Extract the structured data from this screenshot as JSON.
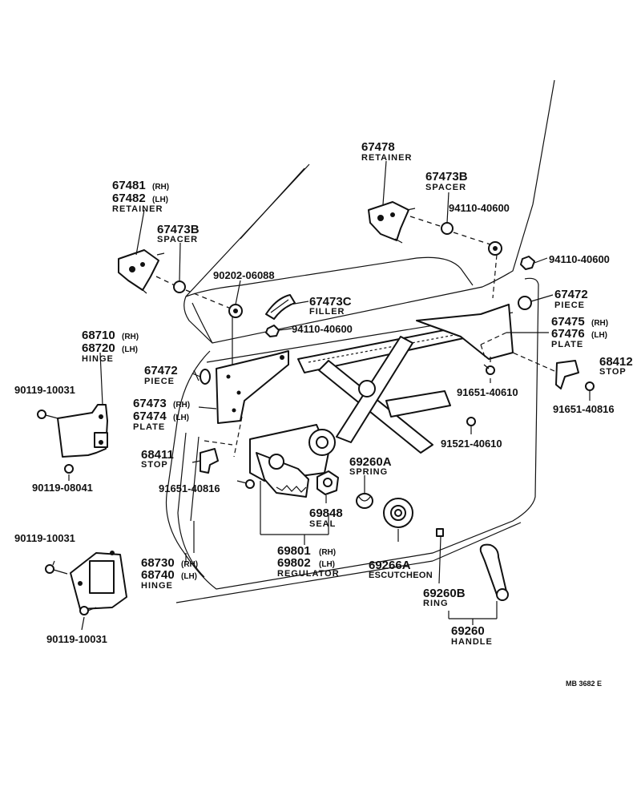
{
  "labels": {
    "l67481": "67481",
    "l67481s": "(RH)",
    "l67482": "67482",
    "l67482s": "(LH)",
    "l67481n": "RETAINER",
    "l67473b1": "67473B",
    "l67473b1n": "SPACER",
    "l67478": "67478",
    "l67478n": "RETAINER",
    "l67473b2": "67473B",
    "l67473b2n": "SPACER",
    "l94110a": "94110-40600",
    "l94110b": "94110-40600",
    "l90202": "90202-06088",
    "l67473c": "67473C",
    "l67473cn": "FILLER",
    "l94110c": "94110-40600",
    "l67472r": "67472",
    "l67472rn": "PIECE",
    "l67475": "67475",
    "l67475s": "(RH)",
    "l67476": "67476",
    "l67476s": "(LH)",
    "l67476n": "PLATE",
    "l68412": "68412",
    "l68412n": "STOP",
    "l91651a": "91651-40610",
    "l91651b": "91651-40816",
    "l91521": "91521-40610",
    "l68710": "68710",
    "l68710s": "(RH)",
    "l68720": "68720",
    "l68720s": "(LH)",
    "l68710n": "HINGE",
    "l67472l": "67472",
    "l67472ln": "PIECE",
    "l67473": "67473",
    "l67473s": "(RH)",
    "l67474": "67474",
    "l67474s": "(LH)",
    "l67474n": "PLATE",
    "l90119a": "90119-10031",
    "l90119b": "90119-08041",
    "l68411": "68411",
    "l68411n": "STOP",
    "l91651c": "91651-40816",
    "l69260a": "69260A",
    "l69260an": "SPRING",
    "l69848": "69848",
    "l69848n": "SEAL",
    "l90119c": "90119-10031",
    "l68730": "68730",
    "l68730s": "(RH)",
    "l68740": "68740",
    "l68740s": "(LH)",
    "l68740n": "HINGE",
    "l69801": "69801",
    "l69801s": "(RH)",
    "l69802": "69802",
    "l69802s": "(LH)",
    "l69802n": "REGULATOR",
    "l69266a": "69266A",
    "l69266an": "ESCUTCHEON",
    "l69260b": "69260B",
    "l69260bn": "RING",
    "l90119d": "90119-10031",
    "l69260": "69260",
    "l69260n": "HANDLE",
    "ref": "MB  3682 E"
  }
}
